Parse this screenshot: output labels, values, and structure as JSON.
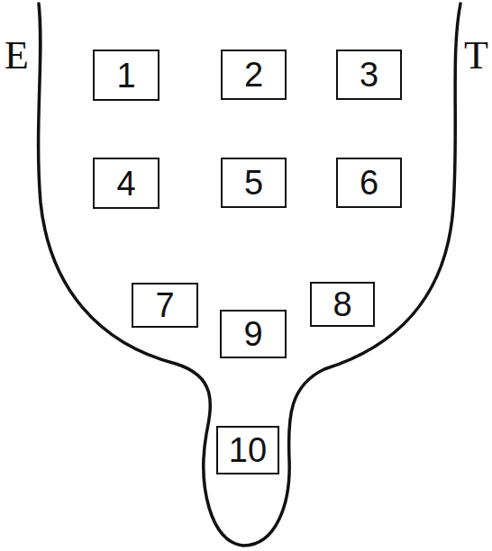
{
  "diagram": {
    "nodes": [
      {
        "text": [
          "1"
        ]
      },
      {
        "text": [
          "2"
        ]
      },
      {
        "text": [
          "3"
        ]
      },
      {
        "text": [
          "4"
        ]
      },
      {
        "text": [
          "5"
        ]
      },
      {
        "text": [
          "6"
        ]
      },
      {
        "text": [
          "7"
        ]
      },
      {
        "text": [
          "8"
        ]
      },
      {
        "text": [
          "9"
        ]
      },
      {
        "text": [
          "10"
        ]
      }
    ],
    "labels": [
      "E",
      "T"
    ]
  }
}
